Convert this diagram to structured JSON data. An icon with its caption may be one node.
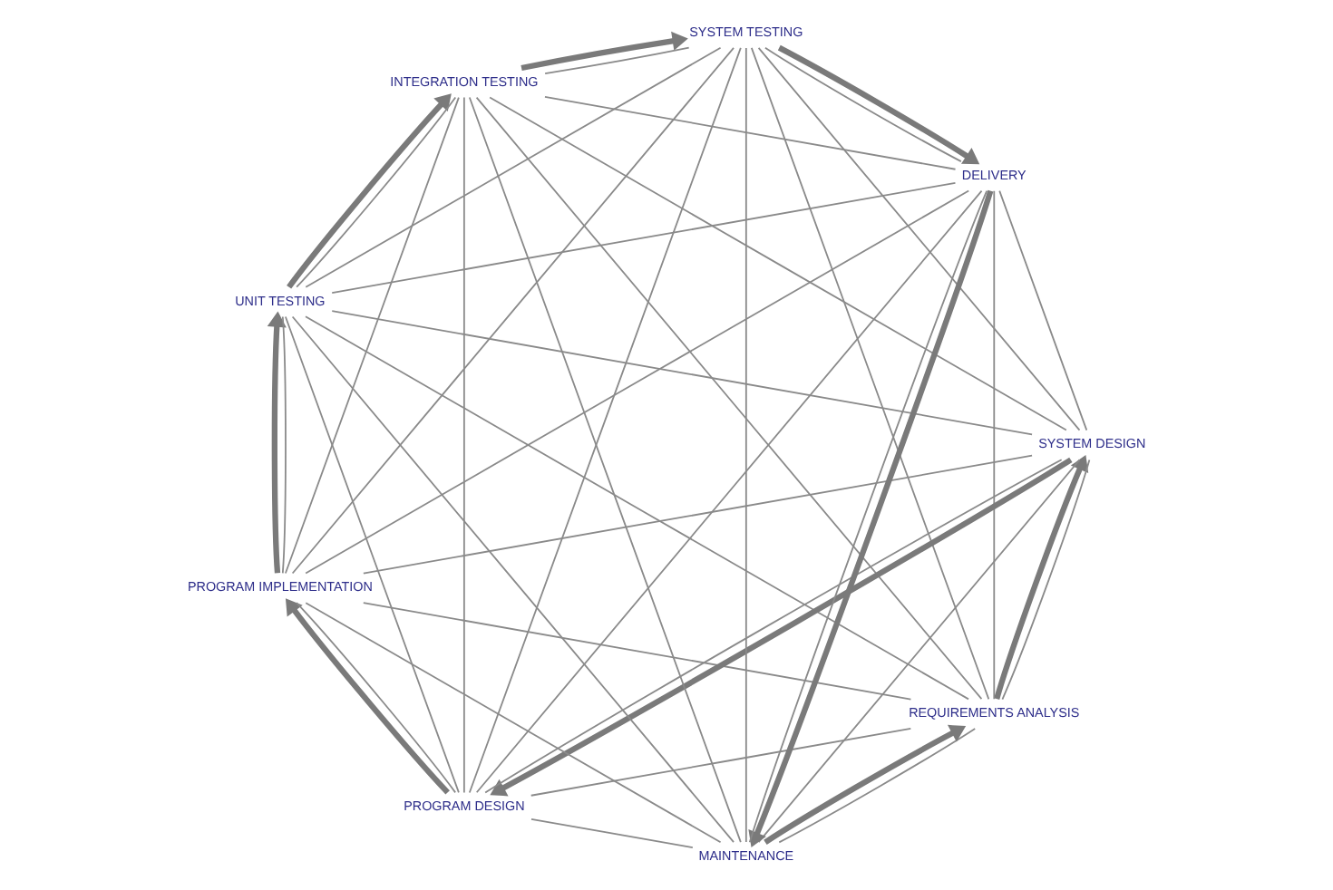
{
  "diagram": {
    "nodes": [
      {
        "text": [
          "REQUIREMENTS ANALYSIS"
        ]
      },
      {
        "text": [
          "SYSTEM DESIGN"
        ]
      },
      {
        "text": [
          "PROGRAM DESIGN"
        ]
      },
      {
        "text": [
          "PROGRAM IMPLEMENTATION"
        ]
      },
      {
        "text": [
          "UNIT TESTING"
        ]
      },
      {
        "text": [
          "INTEGRATION TESTING"
        ]
      },
      {
        "text": [
          "SYSTEM TESTING"
        ]
      },
      {
        "text": [
          "DELIVERY"
        ]
      },
      {
        "text": [
          "MAINTENANCE"
        ]
      }
    ],
    "edges": [
      {
        "from": 0,
        "to": 1,
        "arrow": "to",
        "style": "thick"
      },
      {
        "from": 1,
        "to": 2,
        "arrow": "to",
        "style": "thick"
      },
      {
        "from": 2,
        "to": 3,
        "arrow": "to",
        "style": "thick"
      },
      {
        "from": 3,
        "to": 4,
        "arrow": "to",
        "style": "thick"
      },
      {
        "from": 4,
        "to": 5,
        "arrow": "to",
        "style": "thick"
      },
      {
        "from": 5,
        "to": 6,
        "arrow": "to",
        "style": "thick"
      },
      {
        "from": 6,
        "to": 7,
        "arrow": "to",
        "style": "thick"
      },
      {
        "from": 7,
        "to": 8,
        "arrow": "to",
        "style": "thick"
      },
      {
        "from": 8,
        "to": 0,
        "arrow": "to",
        "style": "thick"
      },
      {
        "from": 0,
        "to": 1,
        "arrow": "none"
      },
      {
        "from": 0,
        "to": 2,
        "arrow": "none"
      },
      {
        "from": 0,
        "to": 3,
        "arrow": "none"
      },
      {
        "from": 0,
        "to": 4,
        "arrow": "none"
      },
      {
        "from": 0,
        "to": 5,
        "arrow": "none"
      },
      {
        "from": 0,
        "to": 6,
        "arrow": "none"
      },
      {
        "from": 0,
        "to": 7,
        "arrow": "none"
      },
      {
        "from": 0,
        "to": 8,
        "arrow": "none"
      },
      {
        "from": 1,
        "to": 2,
        "arrow": "none"
      },
      {
        "from": 1,
        "to": 3,
        "arrow": "none"
      },
      {
        "from": 1,
        "to": 4,
        "arrow": "none"
      },
      {
        "from": 1,
        "to": 5,
        "arrow": "none"
      },
      {
        "from": 1,
        "to": 6,
        "arrow": "none"
      },
      {
        "from": 1,
        "to": 7,
        "arrow": "none"
      },
      {
        "from": 1,
        "to": 8,
        "arrow": "none"
      },
      {
        "from": 2,
        "to": 3,
        "arrow": "none"
      },
      {
        "from": 2,
        "to": 4,
        "arrow": "none"
      },
      {
        "from": 2,
        "to": 5,
        "arrow": "none"
      },
      {
        "from": 2,
        "to": 6,
        "arrow": "none"
      },
      {
        "from": 2,
        "to": 7,
        "arrow": "none"
      },
      {
        "from": 2,
        "to": 8,
        "arrow": "none"
      },
      {
        "from": 3,
        "to": 4,
        "arrow": "none"
      },
      {
        "from": 3,
        "to": 5,
        "arrow": "none"
      },
      {
        "from": 3,
        "to": 6,
        "arrow": "none"
      },
      {
        "from": 3,
        "to": 7,
        "arrow": "none"
      },
      {
        "from": 3,
        "to": 8,
        "arrow": "none"
      },
      {
        "from": 4,
        "to": 5,
        "arrow": "none"
      },
      {
        "from": 4,
        "to": 6,
        "arrow": "none"
      },
      {
        "from": 4,
        "to": 7,
        "arrow": "none"
      },
      {
        "from": 4,
        "to": 8,
        "arrow": "none"
      },
      {
        "from": 5,
        "to": 6,
        "arrow": "none"
      },
      {
        "from": 5,
        "to": 7,
        "arrow": "none"
      },
      {
        "from": 5,
        "to": 8,
        "arrow": "none"
      },
      {
        "from": 6,
        "to": 7,
        "arrow": "none"
      },
      {
        "from": 6,
        "to": 8,
        "arrow": "none"
      },
      {
        "from": 7,
        "to": 8,
        "arrow": "none"
      }
    ]
  }
}
